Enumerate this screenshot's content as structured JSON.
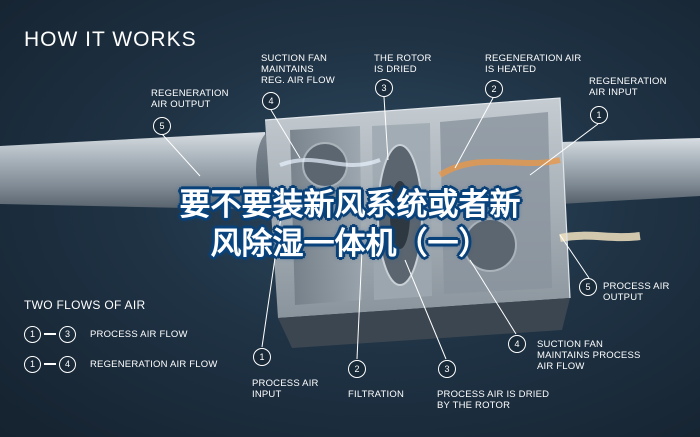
{
  "title": "HOW IT WORKS",
  "overlay_lines": [
    "要不要装新风系统或者新",
    "风除湿一体机（一）"
  ],
  "top_callouts": [
    {
      "num": "5",
      "text": "REGENERATION\nAIR OUTPUT"
    },
    {
      "num": "4",
      "text": "SUCTION FAN\nMAINTAINS\nREG. AIR FLOW"
    },
    {
      "num": "3",
      "text": "THE ROTOR\nIS DRIED"
    },
    {
      "num": "2",
      "text": "REGENERATION AIR\nIS HEATED"
    },
    {
      "num": "1",
      "text": "REGENERATION\nAIR INPUT"
    }
  ],
  "bottom_callouts": [
    {
      "num": "1",
      "text": "PROCESS AIR\nINPUT"
    },
    {
      "num": "2",
      "text": "FILTRATION"
    },
    {
      "num": "3",
      "text": "PROCESS AIR IS DRIED\nBY THE ROTOR"
    },
    {
      "num": "4",
      "text": "SUCTION FAN\nMAINTAINS PROCESS\nAIR FLOW"
    },
    {
      "num": "5",
      "text": "PROCESS AIR\nOUTPUT"
    }
  ],
  "flows_title": "TWO FLOWS OF AIR",
  "flows": [
    {
      "from": "1",
      "to": "3",
      "label": "PROCESS AIR FLOW"
    },
    {
      "from": "1",
      "to": "4",
      "label": "REGENERATION AIR FLOW"
    }
  ]
}
